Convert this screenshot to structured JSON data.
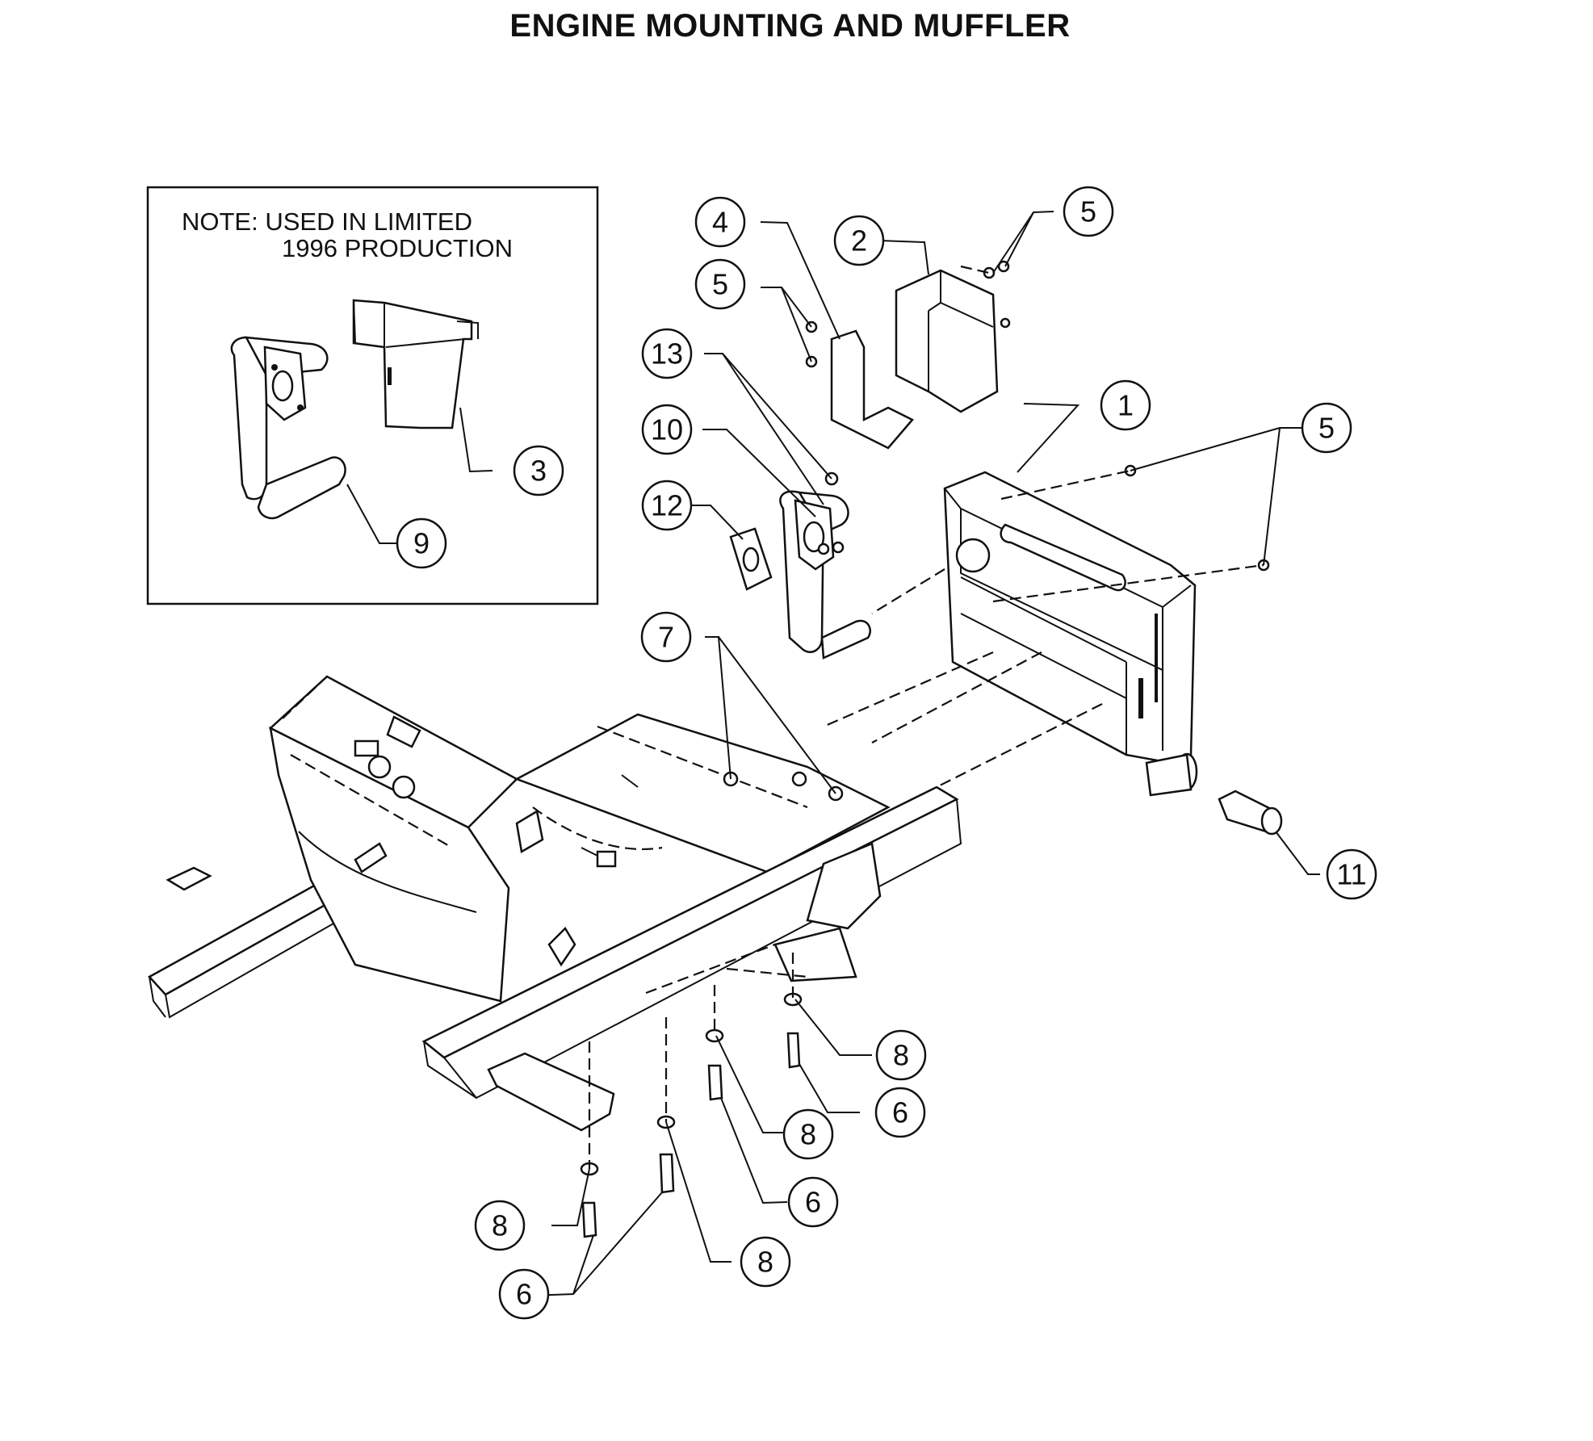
{
  "title": "ENGINE MOUNTING AND MUFFLER",
  "note": {
    "line1": "NOTE:  USED IN LIMITED",
    "line2": "1996 PRODUCTION"
  },
  "callouts": [
    {
      "id": "c1",
      "label": "1"
    },
    {
      "id": "c2",
      "label": "2"
    },
    {
      "id": "c3",
      "label": "3"
    },
    {
      "id": "c4",
      "label": "4"
    },
    {
      "id": "c5a",
      "label": "5"
    },
    {
      "id": "c5b",
      "label": "5"
    },
    {
      "id": "c5c",
      "label": "5"
    },
    {
      "id": "c6a",
      "label": "6"
    },
    {
      "id": "c6b",
      "label": "6"
    },
    {
      "id": "c6c",
      "label": "6"
    },
    {
      "id": "c7",
      "label": "7"
    },
    {
      "id": "c8a",
      "label": "8"
    },
    {
      "id": "c8b",
      "label": "8"
    },
    {
      "id": "c8c",
      "label": "8"
    },
    {
      "id": "c8d",
      "label": "8"
    },
    {
      "id": "c9",
      "label": "9"
    },
    {
      "id": "c10",
      "label": "10"
    },
    {
      "id": "c11",
      "label": "11"
    },
    {
      "id": "c12",
      "label": "12"
    },
    {
      "id": "c13",
      "label": "13"
    }
  ]
}
